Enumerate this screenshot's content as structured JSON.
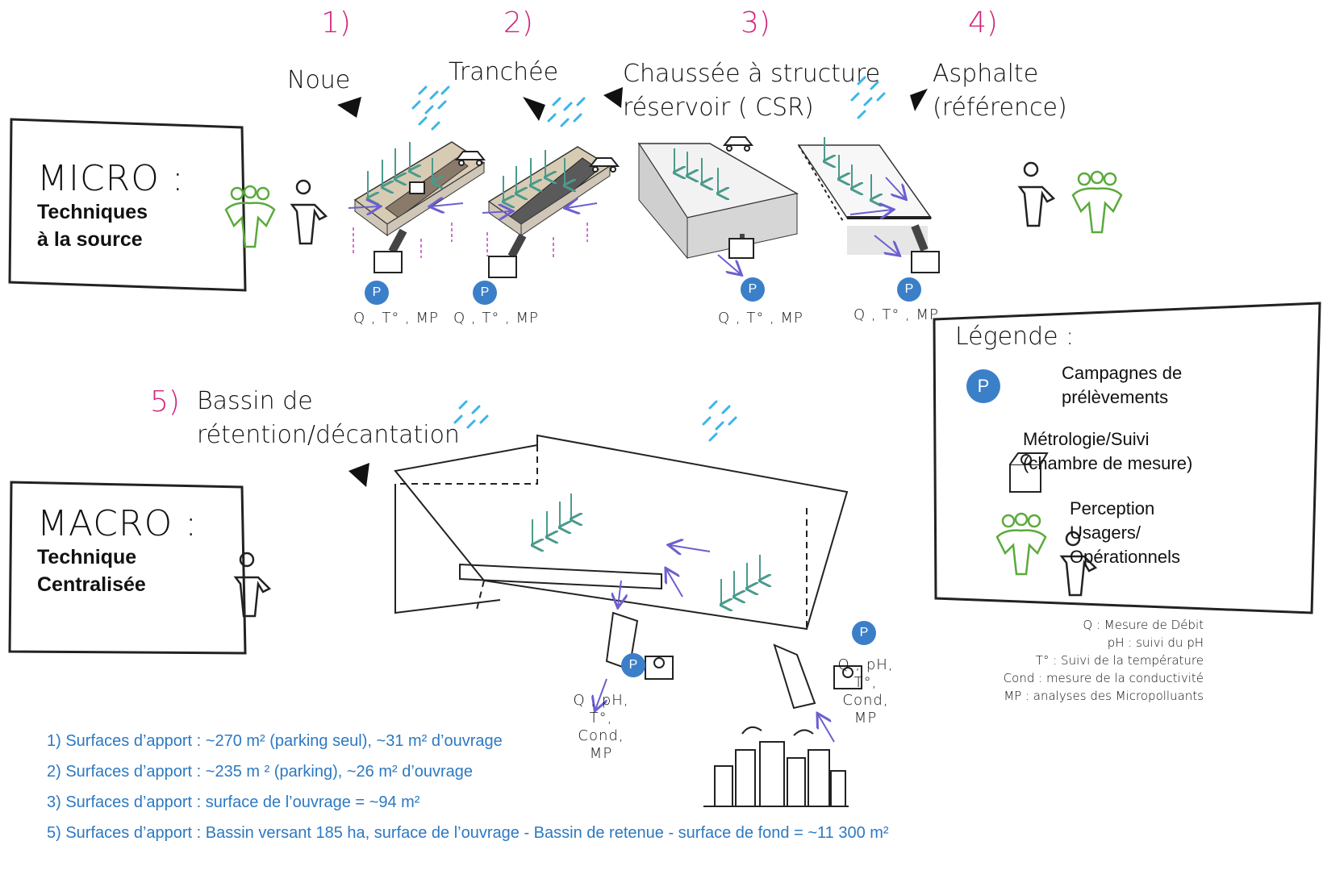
{
  "numbers": [
    "1)",
    "2)",
    "3)",
    "4)",
    "5)"
  ],
  "titles": {
    "noue": "Noue",
    "tranchee": "Tranchée",
    "csr_line1": "Chaussée à structure",
    "csr_line2": "réservoir ( CSR)",
    "asphalte_line1": "Asphalte",
    "asphalte_line2": "(référence)",
    "bassin_line1": "Bassin de",
    "bassin_line2": "rétention/décantation"
  },
  "micro": {
    "title": "MICRO :",
    "sub1": "Techniques",
    "sub2": "à la source"
  },
  "macro": {
    "title": "MACRO :",
    "sub1": "Technique",
    "sub2": "Centralisée"
  },
  "badge_label": "P",
  "params": {
    "p1": "Q , T° , MP",
    "p2": "Q , T° , MP",
    "p3": "Q , T° , MP",
    "p4": "Q , T° , MP",
    "p5a_l1": "Q , pH, T°,",
    "p5a_l2": "Cond,",
    "p5a_l3": "MP",
    "p5b_l1": "Q , pH, T°,",
    "p5b_l2": "Cond,",
    "p5b_l3": "MP"
  },
  "legend": {
    "title": "Légende :",
    "item1_l1": "Campagnes de",
    "item1_l2": "prélèvements",
    "item2_l1": "Métrologie/Suivi",
    "item2_l2": "(chambre de mesure)",
    "item3_l1": "Perception",
    "item3_l2": "Usagers/",
    "item3_l3": "Opérationnels"
  },
  "abbreviations": [
    "Q : Mesure de Débit",
    "pH : suivi du pH",
    "T° : Suivi de la température",
    "Cond : mesure de la conductivité",
    "MP : analyses des Micropolluants"
  ],
  "surfaces": [
    "1) Surfaces d’apport : ~270 m² (parking seul), ~31 m² d’ouvrage",
    "2) Surfaces d’apport : ~235 m ² (parking), ~26 m² d’ouvrage",
    "3) Surfaces d’apport : surface de l’ouvrage = ~94 m²",
    "5) Surfaces d’apport : Bassin versant 185 ha, surface de l’ouvrage - Bassin de retenue - surface de fond = ~11 300 m²"
  ],
  "colors": {
    "number_magenta": "#d0237a",
    "badge_blue": "#3b7fc8",
    "rain_cyan": "#3cb4e6",
    "arrow_teal": "#4a9a8c",
    "arrow_purple": "#6b5fd0",
    "infiltration_magenta": "#c83cc8",
    "people_green": "#5aaa3c",
    "surface_text_blue": "#2c79c2"
  },
  "icons": [
    "rain-icon",
    "car-icon",
    "measurement-chamber-icon",
    "sampling-badge",
    "user-group-icon",
    "operator-icon",
    "city-icon"
  ]
}
